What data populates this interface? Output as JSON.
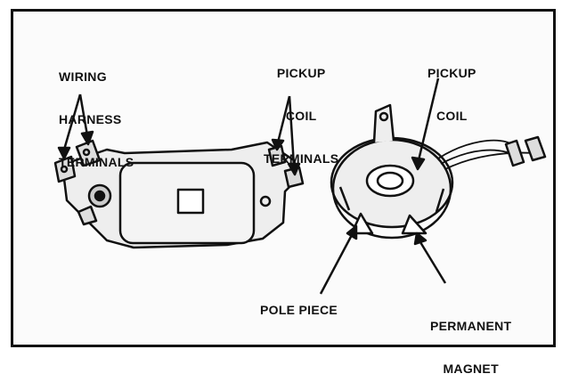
{
  "labels": {
    "wiring_harness_terminals": [
      "WIRING",
      "HARNESS",
      "TERMINALS"
    ],
    "pickup_coil_terminals": [
      "PICKUP",
      "COIL",
      "TERMINALS"
    ],
    "pickup_coil": [
      "PICKUP",
      "COIL"
    ],
    "pole_piece": "POLE PIECE",
    "permanent_magnet": [
      "PERMANENT",
      "MAGNET"
    ]
  }
}
